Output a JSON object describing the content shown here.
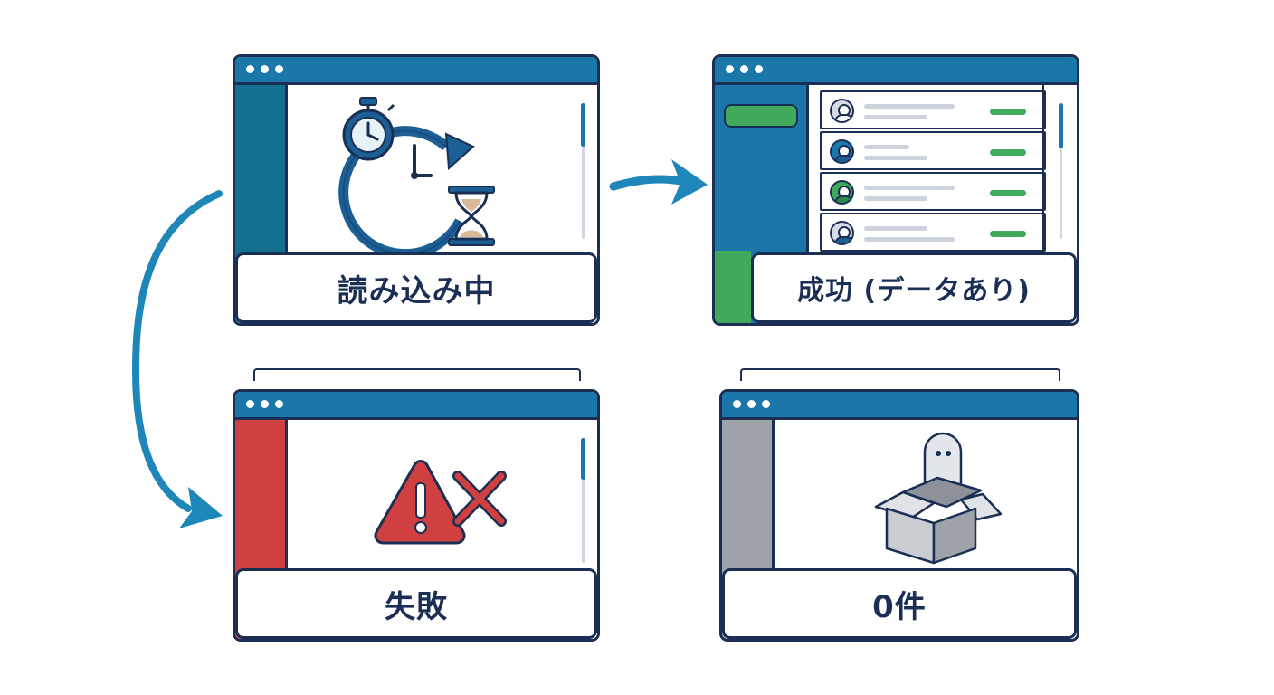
{
  "states": {
    "loading": {
      "label": "読み込み中",
      "icon": "stopwatch-hourglass-icon",
      "sidebar_color": "#13708f"
    },
    "success": {
      "label": "成功 (データあり)",
      "icon": "user-list-icon",
      "sidebar_color": "#1b76aa",
      "accent_color": "#3faa5b",
      "row_count": 4
    },
    "failure": {
      "label": "失敗",
      "icon": "warning-x-icon",
      "sidebar_color": "#d04040"
    },
    "empty": {
      "label": "0件",
      "icon": "ghost-empty-box-icon",
      "sidebar_color": "#9ea3aa"
    }
  },
  "colors": {
    "outline": "#1b2f55",
    "titlebar": "#1b76aa",
    "arrow": "#1e86b9",
    "success": "#3faa5b",
    "error": "#d04040",
    "empty": "#9ea3aa"
  },
  "arrows": [
    {
      "from": "loading",
      "to": "success"
    },
    {
      "from": "loading",
      "to": "failure"
    }
  ]
}
